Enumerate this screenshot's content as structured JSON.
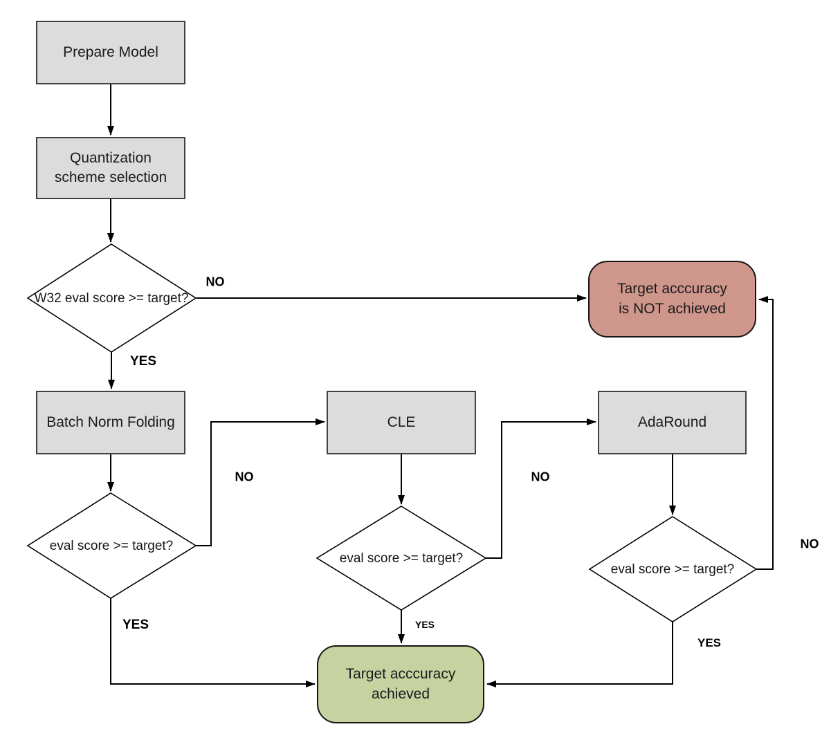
{
  "colors": {
    "process_fill": "#dcdcdc",
    "process_border": "#404040",
    "decision_fill": "#ffffff",
    "fail_fill": "#cf968c",
    "success_fill": "#c6d3a0",
    "terminal_border": "#141414",
    "connector": "#000000"
  },
  "nodes": {
    "prepare": {
      "label": "Prepare Model"
    },
    "quant_scheme": {
      "label": "Quantization\nscheme selection"
    },
    "w32_check": {
      "label": "W32 eval score >= target?"
    },
    "bnf": {
      "label": "Batch Norm Folding"
    },
    "bnf_check": {
      "label": "eval score >= target?"
    },
    "cle": {
      "label": "CLE"
    },
    "cle_check": {
      "label": "eval score >= target?"
    },
    "adaround": {
      "label": "AdaRound"
    },
    "adaround_check": {
      "label": "eval score >= target?"
    },
    "fail": {
      "label": "Target acccuracy\nis NOT achieved"
    },
    "success": {
      "label": "Target acccuracy\nachieved"
    }
  },
  "edge_labels": {
    "w32_no": "NO",
    "w32_yes": "YES",
    "bnf_no": "NO",
    "bnf_yes": "YES",
    "cle_no": "NO",
    "cle_yes": "YES",
    "adaround_no": "NO",
    "adaround_yes": "YES"
  }
}
